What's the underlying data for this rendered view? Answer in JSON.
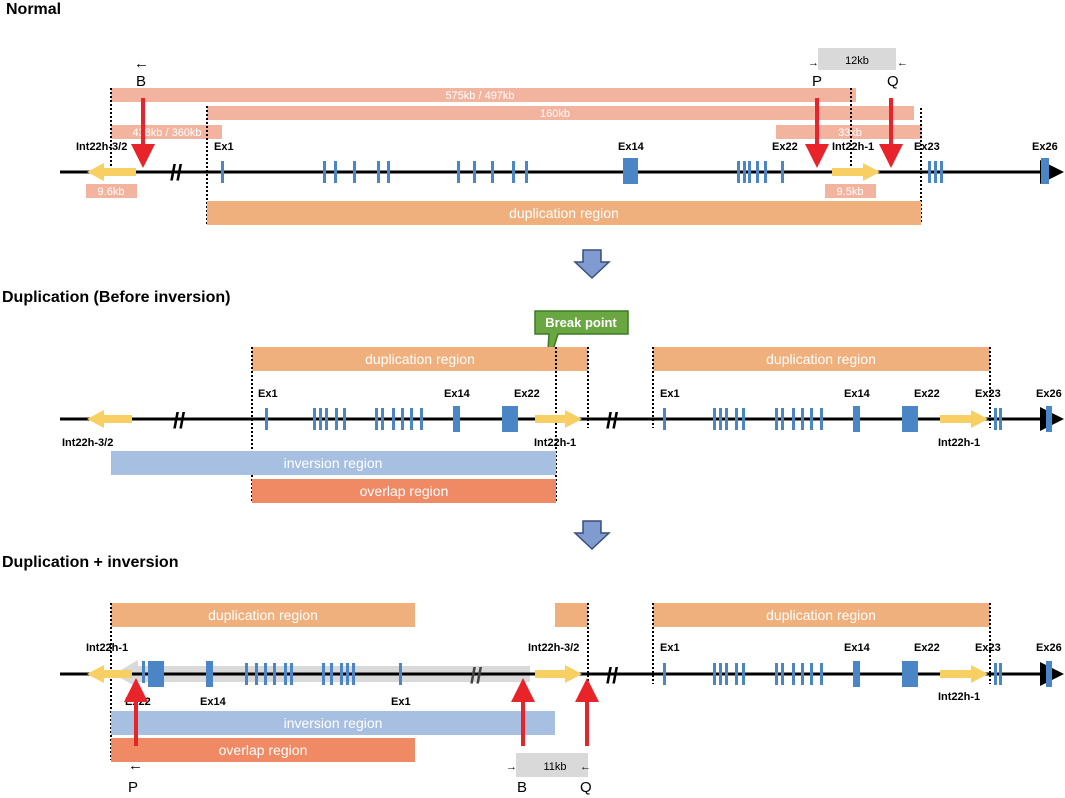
{
  "sections": {
    "normal": "Normal",
    "dup": "Duplication (Before inversion)",
    "dupinv": "Duplication + inversion"
  },
  "normal": {
    "int22h32": "Int22h-3/2",
    "int22h1": "Int22h-1",
    "ex1": "Ex1",
    "ex14": "Ex14",
    "ex22": "Ex22",
    "ex23": "Ex23",
    "ex26": "Ex26",
    "b": "B",
    "p": "P",
    "q": "Q",
    "bar575": "575kb / 497kb",
    "bar160": "160kb",
    "bar438": "438kb / 360kb",
    "bar33": "33kb",
    "bar96": "9.6kb",
    "bar95": "9.5kb",
    "kb12": "12kb",
    "dupregion": "duplication region"
  },
  "dup": {
    "breakpoint": "Break point",
    "dupregion1": "duplication region",
    "dupregion2": "duplication region",
    "ex1a": "Ex1",
    "ex14a": "Ex14",
    "ex22a": "Ex22",
    "ex1b": "Ex1",
    "ex14b": "Ex14",
    "ex22b": "Ex22",
    "ex23b": "Ex23",
    "ex26b": "Ex26",
    "int22h32": "Int22h-3/2",
    "int22h1a": "Int22h-1",
    "int22h1b": "Int22h-1",
    "invregion": "inversion region",
    "overlap": "overlap region"
  },
  "dupinv": {
    "dupregion1": "duplication region",
    "dupregion2": "duplication region",
    "int22h1": "Int22h-1",
    "int22h32": "Int22h-3/2",
    "ex22": "Ex22",
    "ex14": "Ex14",
    "ex1": "Ex1",
    "ex1b": "Ex1",
    "ex14b": "Ex14",
    "ex22b": "Ex22",
    "ex23b": "Ex23",
    "ex26b": "Ex26",
    "int22h1b": "Int22h-1",
    "invregion": "inversion region",
    "overlap": "overlap region",
    "p": "P",
    "b": "B",
    "q": "Q",
    "kb11": "11kb"
  },
  "colors": {
    "salmon": "#f2b49f",
    "orange": "#f0b07d",
    "darkorange": "#ef8a64",
    "blue": "#a7bfe0",
    "exon": "#4a86c6",
    "red": "#e8242a",
    "yellow": "#f7cf63",
    "green": "#6aa642",
    "arrowdown": "#7f9bd0",
    "grey": "#d9d9d9"
  }
}
